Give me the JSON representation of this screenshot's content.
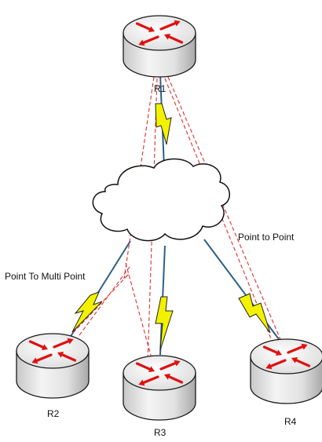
{
  "routers": [
    {
      "id": "r1",
      "label": "R1"
    },
    {
      "id": "r2",
      "label": "R2"
    },
    {
      "id": "r3",
      "label": "R3"
    },
    {
      "id": "r4",
      "label": "R4"
    }
  ],
  "annotations": {
    "point_to_point": "Point to Point",
    "point_to_multipoint": "Point To Multi Point"
  },
  "colors": {
    "router_body": "#e9e9e9",
    "router_top": "#f7f7f7",
    "router_outline": "#1a1a1a",
    "arrow": "#e01010",
    "serial_link_fill": "#f2f200",
    "serial_link_outline": "#222222",
    "frame_relay_link": "#2e5f86",
    "virtual_circuit": "#e03030",
    "cloud_fill": "#ffffff",
    "cloud_outline": "#111111"
  },
  "icons": {
    "router": "router-icon",
    "cloud": "cloud-icon",
    "serial_link": "lightning-bolt-icon"
  }
}
